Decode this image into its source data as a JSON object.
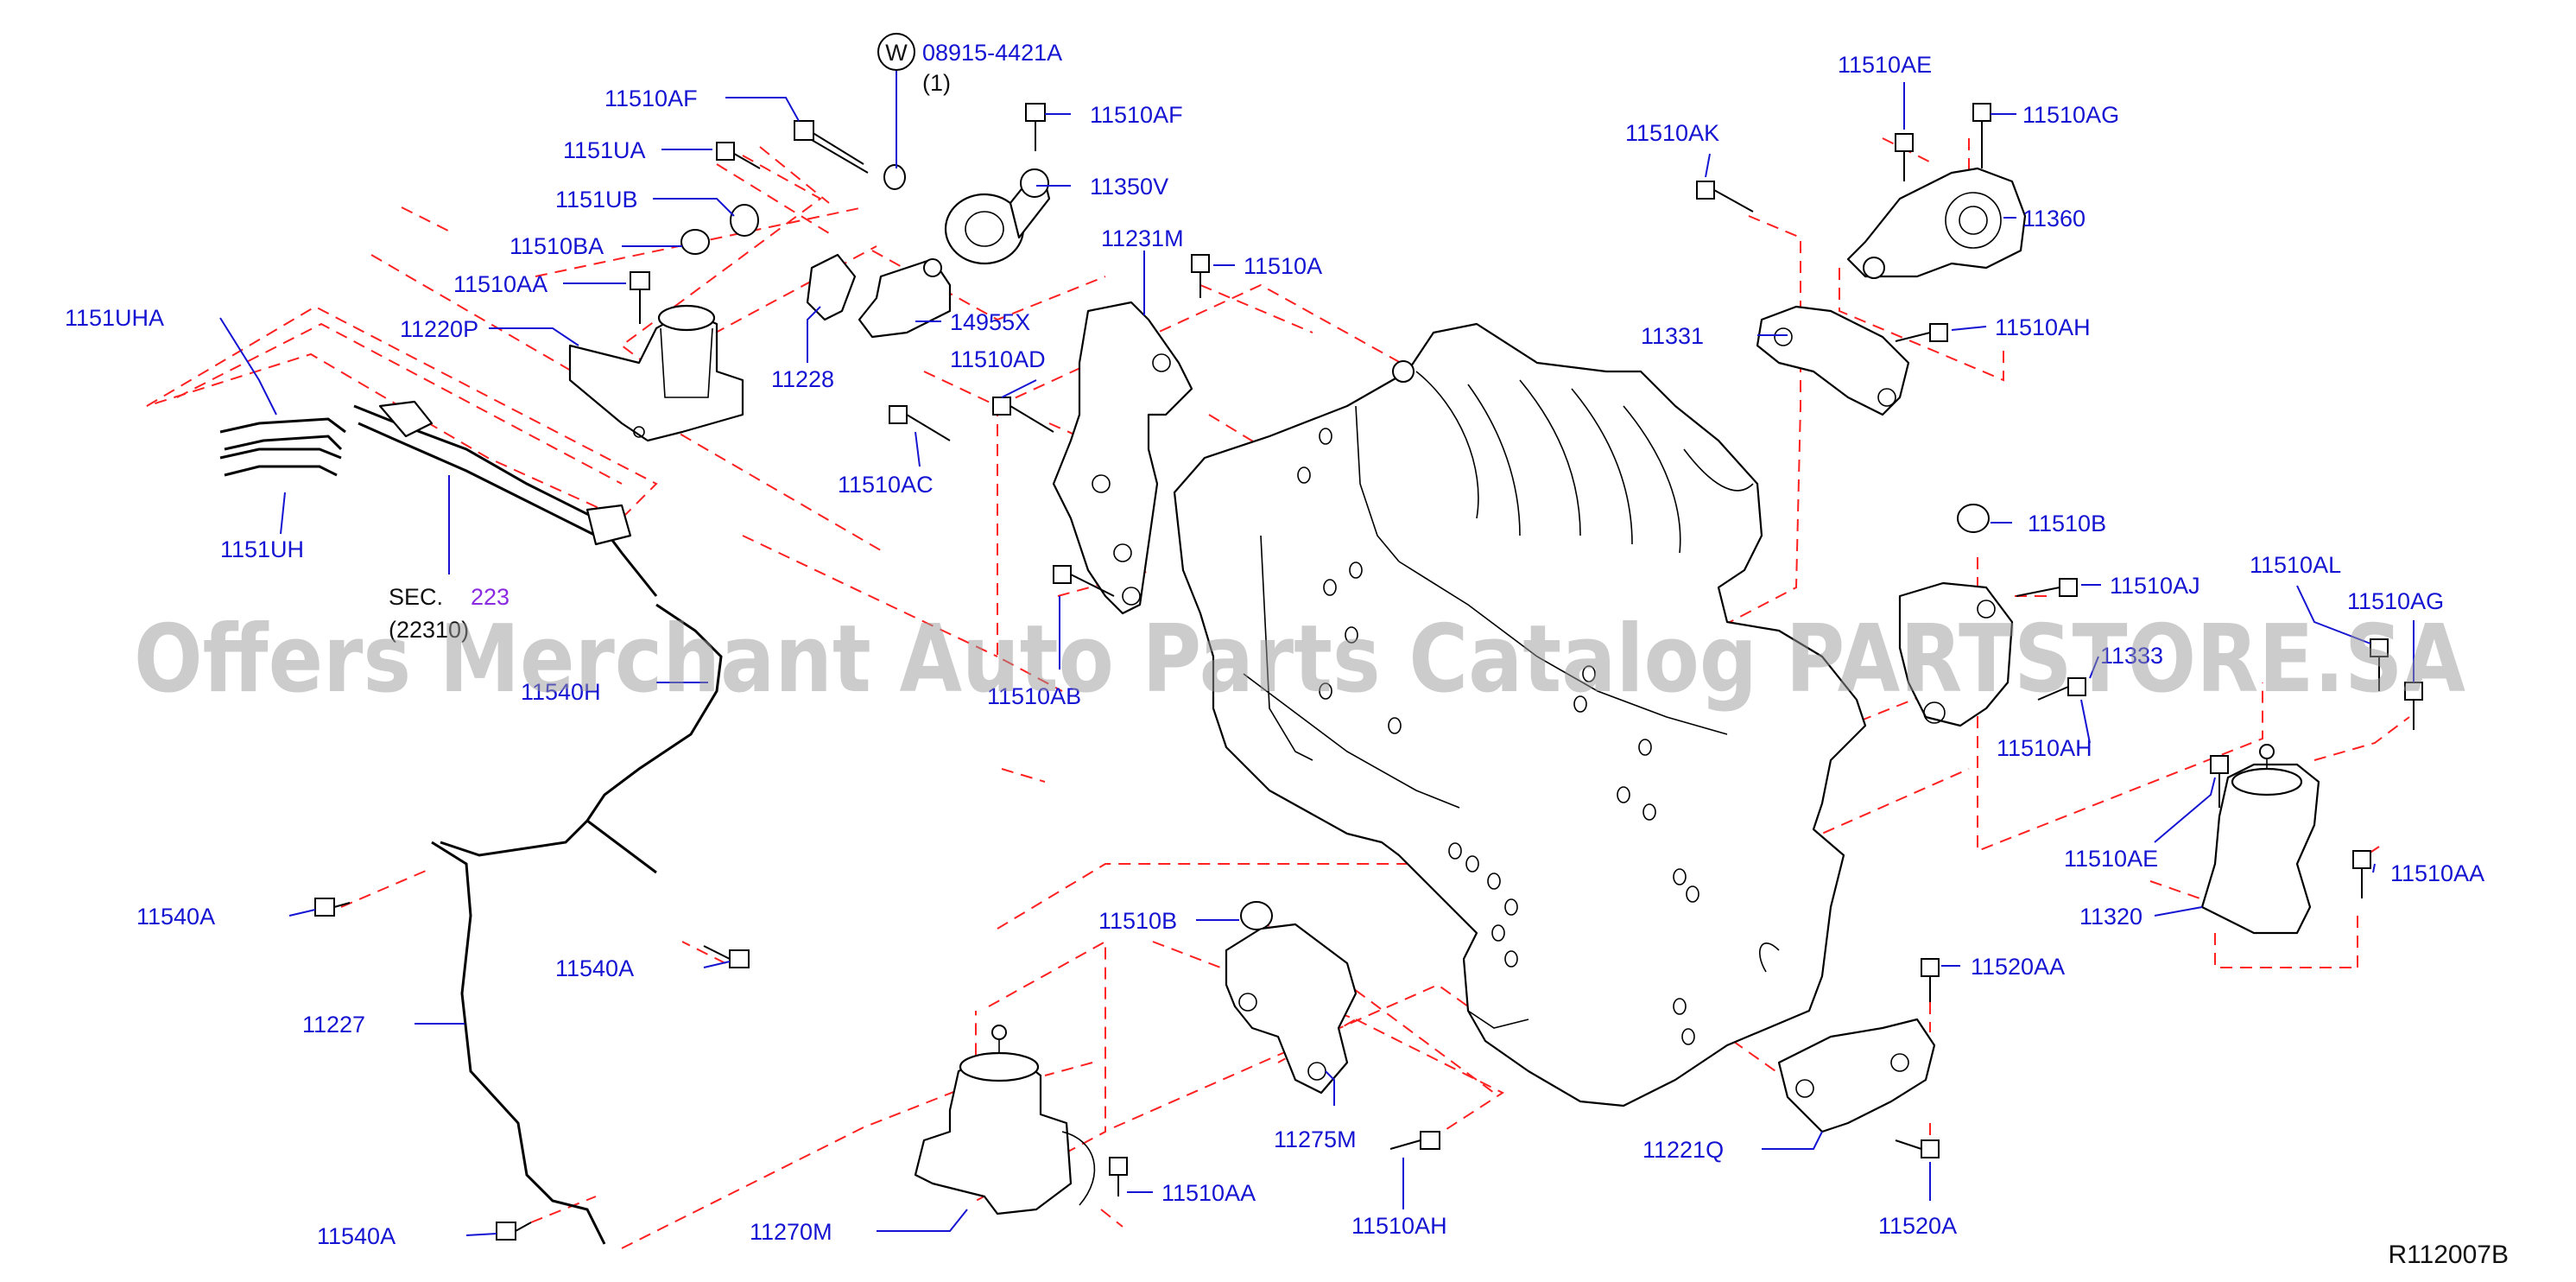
{
  "diagram": {
    "reference_code": "R112007B",
    "watermark": "Offers Merchant Auto Parts Catalog PARTSTORE.SA",
    "washer_symbol": "W",
    "labels": {
      "p_08915_4421A": "08915-4421A",
      "qty_1": "(1)",
      "p_11510AF_a": "11510AF",
      "p_11510AF_b": "11510AF",
      "p_1151UA": "1151UA",
      "p_1151UB": "1151UB",
      "p_11510BA": "11510BA",
      "p_11510AA_a": "11510AA",
      "p_1151UHA": "1151UHA",
      "p_11220P": "11220P",
      "p_1151UH": "1151UH",
      "p_11350V": "11350V",
      "p_11231M": "11231M",
      "p_11510A": "11510A",
      "p_14955X": "14955X",
      "p_11510AD": "11510AD",
      "p_11228": "11228",
      "p_11510AC": "11510AC",
      "sec": "SEC.",
      "sec_num": "223",
      "sec_sub": "(22310)",
      "p_11540H": "11540H",
      "p_11510AB": "11510AB",
      "p_11510AE_a": "11510AE",
      "p_11510AG_a": "11510AG",
      "p_11510AK": "11510AK",
      "p_11360": "11360",
      "p_11331": "11331",
      "p_11510AH_a": "11510AH",
      "p_11510B_a": "11510B",
      "p_11510AJ": "11510AJ",
      "p_11510AL": "11510AL",
      "p_11510AG_b": "11510AG",
      "p_11333": "11333",
      "p_11510AH_b": "11510AH",
      "p_11510AE_b": "11510AE",
      "p_11510AA_b": "11510AA",
      "p_11320": "11320",
      "p_11540A_a": "11540A",
      "p_11540A_b": "11540A",
      "p_11227": "11227",
      "p_11540A_c": "11540A",
      "p_11510B_b": "11510B",
      "p_11275M": "11275M",
      "p_11270M": "11270M",
      "p_11510AA_c": "11510AA",
      "p_11510AH_c": "11510AH",
      "p_11520AA": "11520AA",
      "p_11221Q": "11221Q",
      "p_11520A": "11520A"
    }
  }
}
